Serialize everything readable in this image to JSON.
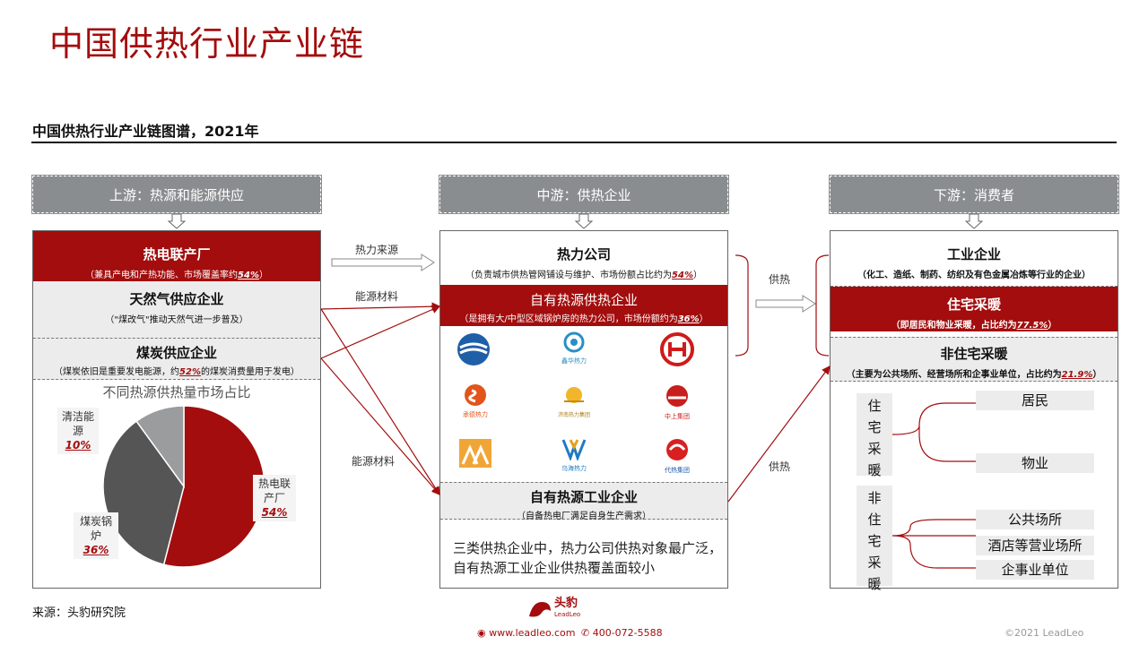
{
  "title": "中国供热行业产业链",
  "subtitle": "中国供热行业产业链图谱，2021年",
  "upstream": {
    "header": "上游：热源和能源供应",
    "items": [
      {
        "title": "热电联产厂",
        "note_pre": "（兼具产电和产热功能、市场覆盖率约",
        "note_em": "54%",
        "note_post": "）"
      },
      {
        "title": "天然气供应企业",
        "note_pre": "（\"煤改气\"推动天然气进一步普及）",
        "note_em": "",
        "note_post": ""
      },
      {
        "title": "煤炭供应企业",
        "note_pre": "（煤炭依旧是重要发电能源，约",
        "note_em": "52%",
        "note_post": "的煤炭消费量用于发电）"
      }
    ],
    "pie": {
      "title": "不同热源供热量市场占比",
      "slices": [
        {
          "label": "热电联产厂",
          "value": 54,
          "value_text": "54%",
          "color": "#a30d0d"
        },
        {
          "label": "煤炭锅炉",
          "value": 36,
          "value_text": "36%",
          "color": "#555555"
        },
        {
          "label": "清洁能源",
          "value": 10,
          "value_text": "10%",
          "color": "#9a9c9e"
        }
      ]
    }
  },
  "midstream": {
    "header": "中游：供热企业",
    "items": [
      {
        "title": "热力公司",
        "note_pre": "（负责城市供热管网铺设与维护、市场份额占比约为",
        "note_em": "54%",
        "note_post": "）"
      },
      {
        "title": "自有热源供热企业",
        "note_pre": "（是拥有大/中型区域锅炉房的热力公司，市场份额约为",
        "note_em": "36%",
        "note_post": "）"
      },
      {
        "title": "自有热源工业企业",
        "note_pre": "（自备热电厂满足自身生产需求）",
        "note_em": "",
        "note_post": ""
      }
    ],
    "logos": [
      "company-logo-1",
      "huahua-logo",
      "hh-logo",
      "chengde-logo",
      "jinan-logo",
      "zhongshang-logo",
      "triangle-logo",
      "wuhai-logo",
      "circle-logo"
    ],
    "logo_texts": [
      "",
      "鑫华热力",
      "",
      "承德热力",
      "济南热力集团",
      "中上集团",
      "",
      "乌海热力",
      "代热集团"
    ],
    "summary": "三类供热企业中，热力公司供热对象最广泛，自有热源工业企业供热覆盖面较小"
  },
  "downstream": {
    "header": "下游：消费者",
    "items": [
      {
        "title": "工业企业",
        "note_pre": "（化工、造纸、制药、纺织及有色金属冶炼等行业的企业）",
        "note_em": "",
        "note_post": ""
      },
      {
        "title": "住宅采暖",
        "note_pre": "（即居民和物业采暖，占比约为",
        "note_em": "77.5%",
        "note_post": "）"
      },
      {
        "title": "非住宅采暖",
        "note_pre": "（主要为公共场所、经营场所和企事业单位，占比约为",
        "note_em": "21.9%",
        "note_post": "）"
      }
    ],
    "res_label": "住宅采暖",
    "res_items": [
      "居民",
      "物业"
    ],
    "nonres_label": "非住宅采暖",
    "nonres_items": [
      "公共场所",
      "酒店等营业场所",
      "企事业单位"
    ]
  },
  "arrows": {
    "heat_source": "热力来源",
    "energy_material_1": "能源材料",
    "energy_material_2": "能源材料",
    "supply_1": "供热",
    "supply_2": "供热"
  },
  "source": "来源：头豹研究院",
  "footer": {
    "brand": "头豹",
    "brand_en": "LeadLeo",
    "web": "www.leadleo.com",
    "phone": "400-072-5588",
    "copyright": "©2021 LeadLeo"
  },
  "colors": {
    "accent": "#a30d0d",
    "grey": "#8a8d8f"
  }
}
